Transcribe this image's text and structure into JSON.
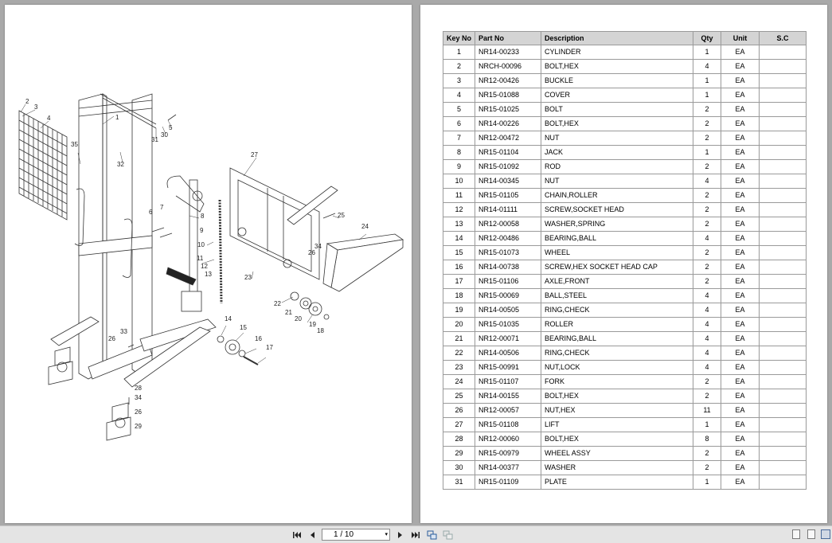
{
  "viewer": {
    "page_indicator": "1 / 10",
    "buttons": {
      "first": "⏮",
      "prev": "◀",
      "next": "▶",
      "last": "⏭"
    }
  },
  "diagram": {
    "callouts": [
      "1",
      "2",
      "3",
      "4",
      "35",
      "32",
      "31",
      "30",
      "5",
      "27",
      "6",
      "7",
      "8",
      "9",
      "10",
      "11",
      "12",
      "13",
      "25",
      "24",
      "34",
      "26",
      "23",
      "22",
      "21",
      "20",
      "19",
      "18",
      "14",
      "15",
      "16",
      "17",
      "33",
      "26",
      "28",
      "34",
      "26",
      "29"
    ]
  },
  "table": {
    "headers": [
      "Key No",
      "Part No",
      "Description",
      "Qty",
      "Unit",
      "S.C"
    ],
    "rows": [
      [
        "1",
        "NR14-00233",
        "CYLINDER",
        "1",
        "EA",
        ""
      ],
      [
        "2",
        "NRCH-00096",
        "BOLT,HEX",
        "4",
        "EA",
        ""
      ],
      [
        "3",
        "NR12-00426",
        "BUCKLE",
        "1",
        "EA",
        ""
      ],
      [
        "4",
        "NR15-01088",
        "COVER",
        "1",
        "EA",
        ""
      ],
      [
        "5",
        "NR15-01025",
        "BOLT",
        "2",
        "EA",
        ""
      ],
      [
        "6",
        "NR14-00226",
        "BOLT,HEX",
        "2",
        "EA",
        ""
      ],
      [
        "7",
        "NR12-00472",
        "NUT",
        "2",
        "EA",
        ""
      ],
      [
        "8",
        "NR15-01104",
        "JACK",
        "1",
        "EA",
        ""
      ],
      [
        "9",
        "NR15-01092",
        "ROD",
        "2",
        "EA",
        ""
      ],
      [
        "10",
        "NR14-00345",
        "NUT",
        "4",
        "EA",
        ""
      ],
      [
        "11",
        "NR15-01105",
        "CHAIN,ROLLER",
        "2",
        "EA",
        ""
      ],
      [
        "12",
        "NR14-01111",
        "SCREW,SOCKET HEAD",
        "2",
        "EA",
        ""
      ],
      [
        "13",
        "NR12-00058",
        "WASHER,SPRING",
        "2",
        "EA",
        ""
      ],
      [
        "14",
        "NR12-00486",
        "BEARING,BALL",
        "4",
        "EA",
        ""
      ],
      [
        "15",
        "NR15-01073",
        "WHEEL",
        "2",
        "EA",
        ""
      ],
      [
        "16",
        "NR14-00738",
        "SCREW,HEX SOCKET HEAD CAP",
        "2",
        "EA",
        ""
      ],
      [
        "17",
        "NR15-01106",
        "AXLE,FRONT",
        "2",
        "EA",
        ""
      ],
      [
        "18",
        "NR15-00069",
        "BALL,STEEL",
        "4",
        "EA",
        ""
      ],
      [
        "19",
        "NR14-00505",
        "RING,CHECK",
        "4",
        "EA",
        ""
      ],
      [
        "20",
        "NR15-01035",
        "ROLLER",
        "4",
        "EA",
        ""
      ],
      [
        "21",
        "NR12-00071",
        "BEARING,BALL",
        "4",
        "EA",
        ""
      ],
      [
        "22",
        "NR14-00506",
        "RING,CHECK",
        "4",
        "EA",
        ""
      ],
      [
        "23",
        "NR15-00991",
        "NUT,LOCK",
        "4",
        "EA",
        ""
      ],
      [
        "24",
        "NR15-01107",
        "FORK",
        "2",
        "EA",
        ""
      ],
      [
        "25",
        "NR14-00155",
        "BOLT,HEX",
        "2",
        "EA",
        ""
      ],
      [
        "26",
        "NR12-00057",
        "NUT,HEX",
        "11",
        "EA",
        ""
      ],
      [
        "27",
        "NR15-01108",
        "LIFT",
        "1",
        "EA",
        ""
      ],
      [
        "28",
        "NR12-00060",
        "BOLT,HEX",
        "8",
        "EA",
        ""
      ],
      [
        "29",
        "NR15-00979",
        "WHEEL ASSY",
        "2",
        "EA",
        ""
      ],
      [
        "30",
        "NR14-00377",
        "WASHER",
        "2",
        "EA",
        ""
      ],
      [
        "31",
        "NR15-01109",
        "PLATE",
        "1",
        "EA",
        ""
      ]
    ]
  }
}
